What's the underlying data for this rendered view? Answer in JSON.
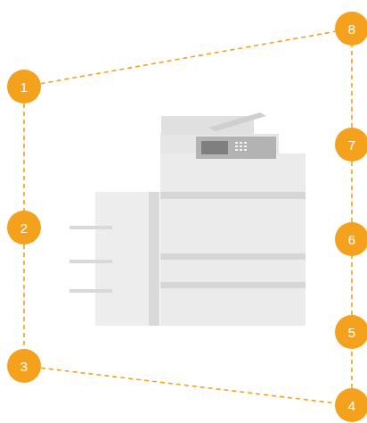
{
  "diagram": {
    "nodes": [
      {
        "text": [
          "1"
        ]
      },
      {
        "text": [
          "2"
        ]
      },
      {
        "text": [
          "3"
        ]
      },
      {
        "text": [
          "4"
        ]
      },
      {
        "text": [
          "5"
        ]
      },
      {
        "text": [
          "6"
        ]
      },
      {
        "text": [
          "7"
        ]
      },
      {
        "text": [
          "8"
        ]
      }
    ],
    "edges": [
      {
        "from": 0,
        "to": 7,
        "arrow": "none"
      },
      {
        "from": 0,
        "to": 1,
        "arrow": "none"
      },
      {
        "from": 1,
        "to": 2,
        "arrow": "none"
      },
      {
        "from": 2,
        "to": 3,
        "arrow": "none"
      },
      {
        "from": 3,
        "to": 4,
        "arrow": "none"
      },
      {
        "from": 4,
        "to": 5,
        "arrow": "none"
      },
      {
        "from": 5,
        "to": 6,
        "arrow": "none"
      },
      {
        "from": 6,
        "to": 7,
        "arrow": "none"
      }
    ]
  }
}
